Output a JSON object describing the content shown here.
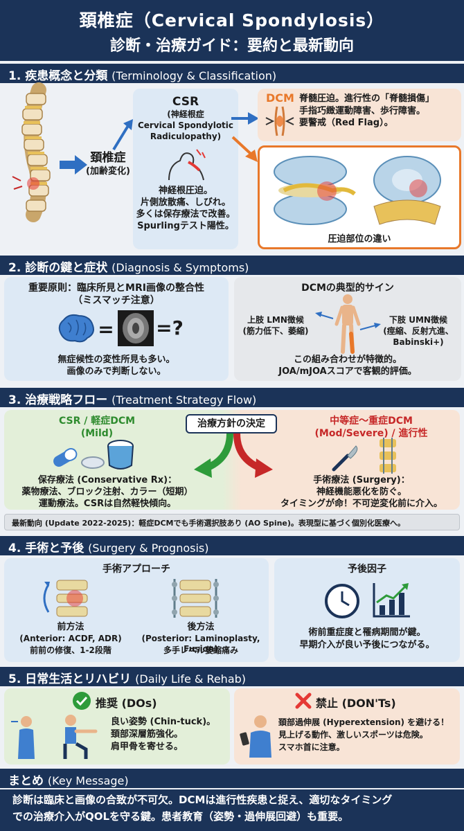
{
  "title": {
    "line1": "頚椎症（Cervical Spondylosis）",
    "line2": "診断・治療ガイド：要約と最新動向"
  },
  "s1": {
    "header": "1. 疾患概念と分類",
    "header_en": "(Terminology & Classification)",
    "center_label": "頚椎症",
    "center_sub": "(加齢変化)",
    "csr_title": "CSR",
    "csr_sub1": "(神経根症",
    "csr_sub2": "Cervical Spondylotic",
    "csr_sub3": "Radiculopathy)",
    "csr_desc1": "神経根圧迫。",
    "csr_desc2": "片側放散痛、しびれ。",
    "csr_desc3": "多くは保存療法で改善。",
    "csr_desc4": "Spurlingテスト陽性。",
    "dcm_label": "DCM",
    "dcm_desc1": "脊髄圧迫。進行性の「脊髄損傷」",
    "dcm_desc2": "手指巧緻運動障害、歩行障害。",
    "dcm_desc3": "要警戒（Red Flag）。",
    "compress_caption": "圧迫部位の違い"
  },
  "s2": {
    "header": "2. 診断の鍵と症状",
    "header_en": "(Diagnosis & Symptoms)",
    "principle1": "重要原則：臨床所見とMRI画像の整合性",
    "principle2": "（ミスマッチ注意）",
    "eq_equal": "=",
    "eq_q": "=?",
    "note1": "無症候性の変性所見も多い。",
    "note2": "画像のみで判断しない。",
    "dcm_sign_title": "DCMの典型的サイン",
    "lmn1": "上肢 LMN徴候",
    "lmn2": "(筋力低下、萎縮)",
    "umn1": "下肢 UMN徴候",
    "umn2": "(痙縮、反射亢進、",
    "umn3": "Babinski+)",
    "combo1": "この組み合わせが特徴的。",
    "combo2": "JOA/mJOAスコアで客観的評価。"
  },
  "s3": {
    "header": "3. 治療戦略フロー",
    "header_en": "(Treatment Strategy Flow)",
    "decision": "治療方針の決定",
    "mild1": "CSR / 軽症DCM",
    "mild2": "(Mild)",
    "severe1": "中等症〜重症DCM",
    "severe2": "(Mod/Severe) / 進行性",
    "cons1": "保存療法 (Conservative Rx)：",
    "cons2": "薬物療法、ブロック注射、カラー（短期）",
    "cons3": "運動療法。CSRは自然軽快傾向。",
    "surg1": "手術療法 (Surgery)：",
    "surg2": "神経機能悪化を防ぐ。",
    "surg3": "タイミングが命！不可逆変化前に介入。",
    "update": "最新動向 (Update 2022-2025)：軽症DCMでも手術選択肢あり (AO Spine)。表現型に基づく個別化医療へ。"
  },
  "s4": {
    "header": "4. 手術と予後",
    "header_en": "(Surgery & Prognosis)",
    "approach_title": "手術アプローチ",
    "ant1": "前方法",
    "ant2": "(Anterior: ACDF, ADR)",
    "ant3": "前前の修復、1-2段階",
    "post1": "後方法",
    "post2": "(Posterior: Laminoplasty, Fusion)",
    "post3": "多手レベル萎縮痛み",
    "prog_title": "予後因子",
    "prog1": "術前重症度と罹病期間が鍵。",
    "prog2": "早期介入が良い予後につながる。"
  },
  "s5": {
    "header": "5. 日常生活とリハビリ",
    "header_en": "(Daily Life & Rehab)",
    "do_title": "推奨 (DOs)",
    "do1": "良い姿勢 (Chin-tuck)。",
    "do2": "頚部深層筋強化。",
    "do3": "肩甲骨を寄せる。",
    "dont_title": "禁止 (DON'Ts)",
    "dont1": "頚部過伸展 (Hyperextension) を避ける！",
    "dont2": "見上げる動作、激しいスポーツは危険。",
    "dont3": "スマホ首に注意。"
  },
  "s6": {
    "header": "まとめ",
    "header_en": "(Key Message)",
    "line1": "診断は臨床と画像の合致が不可欠。DCMは進行性疾患と捉え、適切なタイミング",
    "line2": "での治療介入がQOLを守る鍵。患者教育（姿勢・過伸展回避）も重要。"
  },
  "colors": {
    "navy": "#1b3358",
    "blue_panel": "#dde9f5",
    "peach_panel": "#f8e4d6",
    "green_panel": "#e3efd9",
    "grey_panel": "#e6e8eb",
    "green_text": "#2e8b2e",
    "red_text": "#c62828",
    "orange_border": "#e8782a"
  }
}
